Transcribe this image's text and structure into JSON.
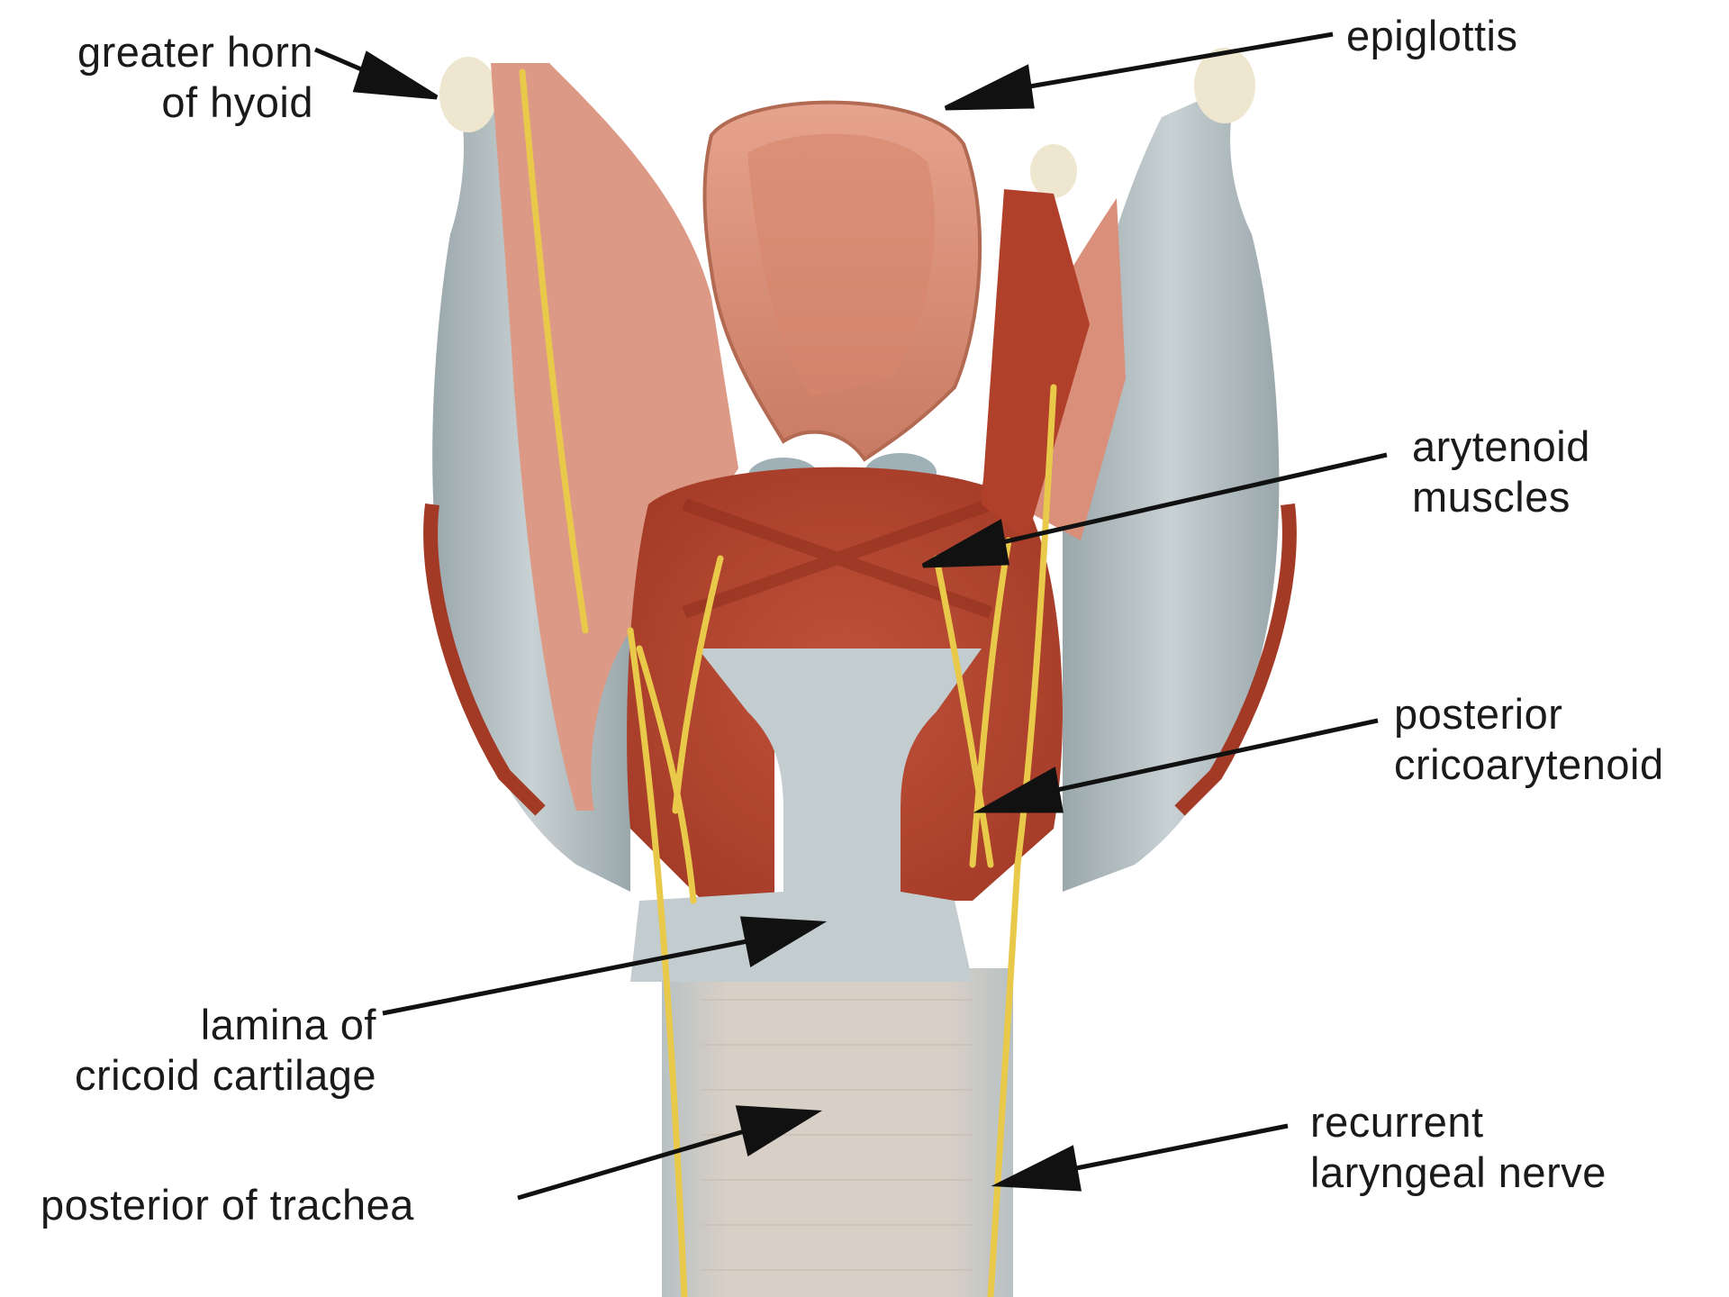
{
  "labels": {
    "greater_horn": {
      "line1": "greater horn",
      "line2": "of hyoid"
    },
    "epiglottis": {
      "line1": "epiglottis"
    },
    "arytenoid": {
      "line1": "arytenoid",
      "line2": "muscles"
    },
    "posterior_crico": {
      "line1": "posterior",
      "line2": "cricoarytenoid"
    },
    "lamina": {
      "line1": "lamina of",
      "line2": "cricoid cartilage"
    },
    "recurrent": {
      "line1": "recurrent",
      "line2": "laryngeal nerve"
    },
    "trachea": {
      "line1": "posterior of trachea"
    }
  },
  "colors": {
    "background": "#ffffff",
    "cartilage": "#b9c4c6",
    "muscle": "#b6452d",
    "mucosa": "#dc9a86",
    "nerve": "#e9c94a",
    "trachea": "#d9cfc6",
    "text": "#1a1a1a"
  }
}
